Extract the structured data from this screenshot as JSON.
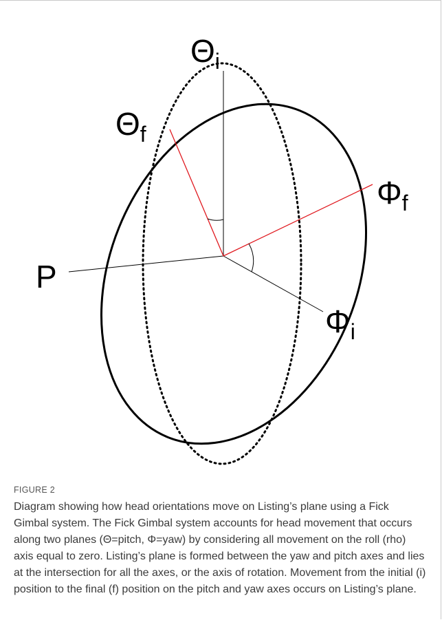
{
  "diagram": {
    "labels": {
      "theta_i": {
        "main": "Θ",
        "sub": "i"
      },
      "theta_f": {
        "main": "Θ",
        "sub": "f"
      },
      "phi_f": {
        "main": "Φ",
        "sub": "f"
      },
      "phi_i": {
        "main": "Φ",
        "sub": "i"
      },
      "p": "P"
    },
    "colors": {
      "axis_final": "#e0191f",
      "axis_initial": "#000000",
      "ellipse": "#000000"
    }
  },
  "caption": {
    "label": "FIGURE 2",
    "text": "Diagram showing how head orientations move on Listing’s plane using a Fick Gimbal system. The Fick Gimbal system accounts for head movement that occurs along two planes (Θ=pitch, Φ=yaw) by considering all movement on the roll (rho) axis equal to zero. Listing’s plane is formed between the yaw and pitch axes and lies at the intersection for all the axes, or the axis of rotation. Movement from the initial (i) position to the final (f) position on the pitch and yaw axes occurs on Listing’s plane."
  }
}
